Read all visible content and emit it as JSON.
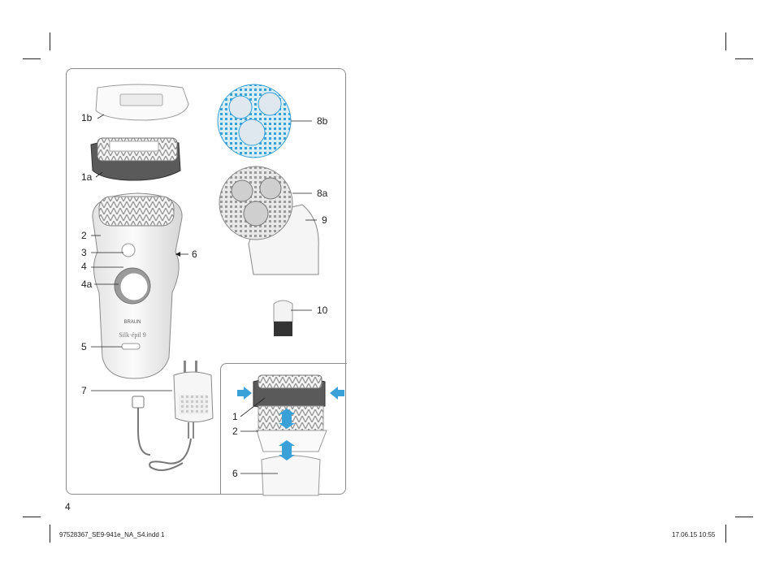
{
  "page_number": "4",
  "footer": {
    "file": "97528367_SE9-941e_NA_S4.indd   1",
    "date": "17.06.15   10:55"
  },
  "labels": {
    "l1b": "1b",
    "l1a": "1a",
    "l2": "2",
    "l3": "3",
    "l4": "4",
    "l4a": "4a",
    "l5": "5",
    "l6": "6",
    "l7": "7",
    "l8b": "8b",
    "l8a": "8a",
    "l9": "9",
    "l10": "10",
    "inset_1": "1",
    "inset_2": "2",
    "inset_6": "6"
  },
  "device_markings": {
    "brand": "BRAUN",
    "model": "Silk·épil 9"
  },
  "colors": {
    "accent_blue": "#3aa0d8",
    "outline": "#8a8a8a",
    "dark_cap": "#555555",
    "brush_gray": "#9a9a9a"
  }
}
